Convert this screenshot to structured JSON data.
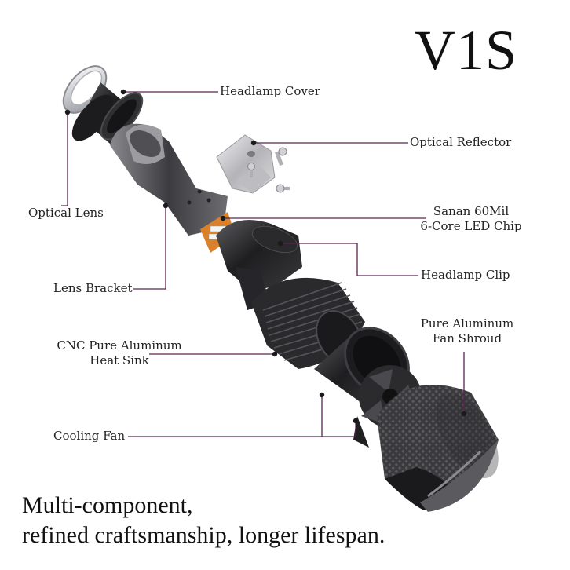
{
  "title": "V1S",
  "labels": {
    "headlamp_cover": "Headlamp Cover",
    "optical_reflector": "Optical Reflector",
    "optical_lens": "Optical Lens",
    "led_chip_line1": "Sanan 60Mil",
    "led_chip_line2": "6-Core LED Chip",
    "headlamp_clip": "Headlamp Clip",
    "lens_bracket": "Lens Bracket",
    "fan_shroud_line1": "Pure Aluminum",
    "fan_shroud_line2": "Fan Shroud",
    "heat_sink_line1": "CNC Pure Aluminum",
    "heat_sink_line2": "Heat Sink",
    "cooling_fan": "Cooling Fan"
  },
  "tagline": {
    "line1": "Multi-component,",
    "line2": "refined craftsmanship, longer lifespan."
  },
  "colors": {
    "leader": "#5a2450",
    "text": "#222222",
    "metal_dark": "#2b2b2d",
    "metal_mid": "#6b6b6e",
    "metal_light": "#c9c9cc"
  }
}
